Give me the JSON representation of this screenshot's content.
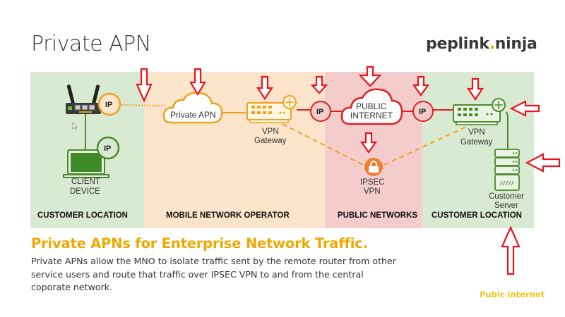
{
  "header": {
    "title": "Private APN",
    "brand_part1": "peplink",
    "brand_dot": ".",
    "brand_part2": "ninja"
  },
  "zones": [
    {
      "label": "CUSTOMER LOCATION",
      "color": "#d9ead3"
    },
    {
      "label": "MOBILE NETWORK OPERATOR",
      "color": "#fde5cc"
    },
    {
      "label": "PUBLIC NETWORKS",
      "color": "#f4cccc"
    },
    {
      "label": "CUSTOMER LOCATION",
      "color": "#d9ead3"
    }
  ],
  "nodes": {
    "client_device": [
      "CLIENT",
      "DEVICE"
    ],
    "private_apn_cloud": "Private APN",
    "vpn_gateway_mno": [
      "VPN",
      "Gateway"
    ],
    "public_internet_cloud": [
      "PUBLIC",
      "INTERNET"
    ],
    "ipsec_vpn": [
      "IPSEC",
      "VPN"
    ],
    "vpn_gateway_customer": [
      "VPN",
      "Gateway"
    ],
    "customer_server": [
      "Customer",
      "Server"
    ],
    "ip_badge": "IP"
  },
  "colors": {
    "green": "#4a8a2a",
    "orange": "#f0a020",
    "red": "#e02020",
    "ipsec_orange": "#f08030",
    "accent_yellow": "#f0a800",
    "annotation_arrow": "#e8141c"
  },
  "footer": {
    "subheading": "Private APNs for Enterprise Network Traffic.",
    "description": "Private APNs allow the MNO to isolate traffic sent by the remote router from other service users and route that traffic over IPSEC VPN to and from the central coporate network.",
    "annotation": "Pubic internet"
  }
}
